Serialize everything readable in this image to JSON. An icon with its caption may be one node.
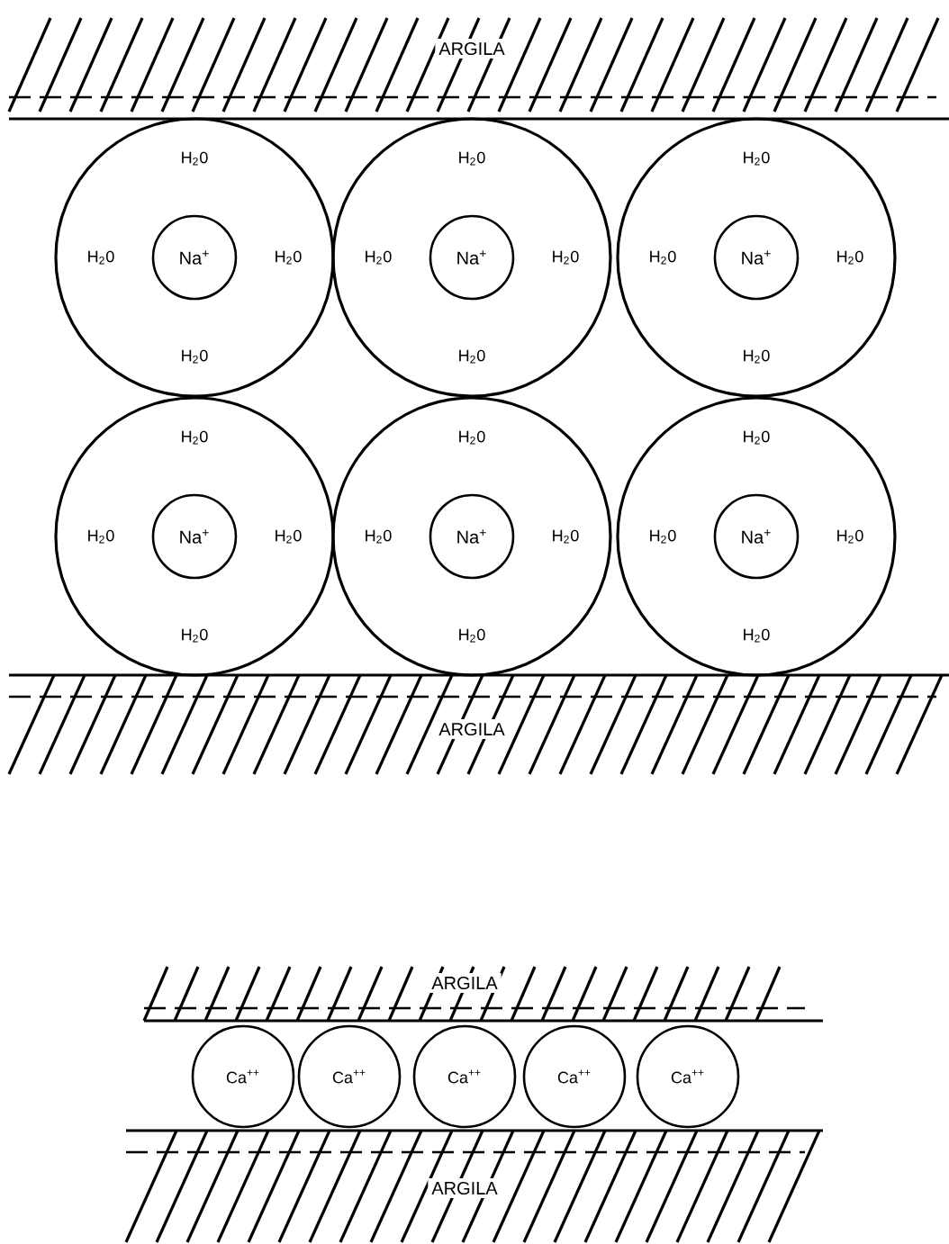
{
  "diagram": {
    "nodes": [
      {
        "text": [
          "ARGILA"
        ]
      },
      {
        "text": [
          "H$_{2}$0",
          "H$_{2}$0",
          "H$_{2}$0",
          "H$_{2}$0"
        ]
      },
      {
        "text": [
          "Na$^{+}$"
        ],
        "in": 1
      },
      {
        "text": [
          "H$_{2}$0",
          "H$_{2}$0",
          "H$_{2}$0",
          "H$_{2}$0"
        ]
      },
      {
        "text": [
          "Na$^{+}$"
        ],
        "in": 3
      },
      {
        "text": [
          "H$_{2}$0",
          "H$_{2}$0",
          "H$_{2}$0",
          "H$_{2}$0"
        ]
      },
      {
        "text": [
          "Na$^{+}$"
        ],
        "in": 5
      },
      {
        "text": [
          "H$_{2}$0",
          "H$_{2}$0",
          "H$_{2}$0",
          "H$_{2}$0"
        ]
      },
      {
        "text": [
          "Na$^{+}$"
        ],
        "in": 7
      },
      {
        "text": [
          "H$_{2}$0",
          "H$_{2}$0",
          "H$_{2}$0",
          "H$_{2}$0"
        ]
      },
      {
        "text": [
          "Na$^{+}$"
        ],
        "in": 9
      },
      {
        "text": [
          "H$_{2}$0",
          "H$_{2}$0",
          "H$_{2}$0",
          "H$_{2}$0"
        ]
      },
      {
        "text": [
          "Na$^{+}$"
        ],
        "in": 11
      },
      {
        "text": [
          "ARGILA"
        ]
      },
      {
        "text": [
          "ARGILA"
        ]
      },
      {
        "text": [
          "Ca$^{++}$"
        ]
      },
      {
        "text": [
          "Ca$^{++}$"
        ]
      },
      {
        "text": [
          "Ca$^{++}$"
        ]
      },
      {
        "text": [
          "Ca$^{++}$"
        ]
      },
      {
        "text": [
          "Ca$^{++}$"
        ]
      },
      {
        "text": [
          "ARGILA"
        ]
      }
    ],
    "edges": []
  }
}
